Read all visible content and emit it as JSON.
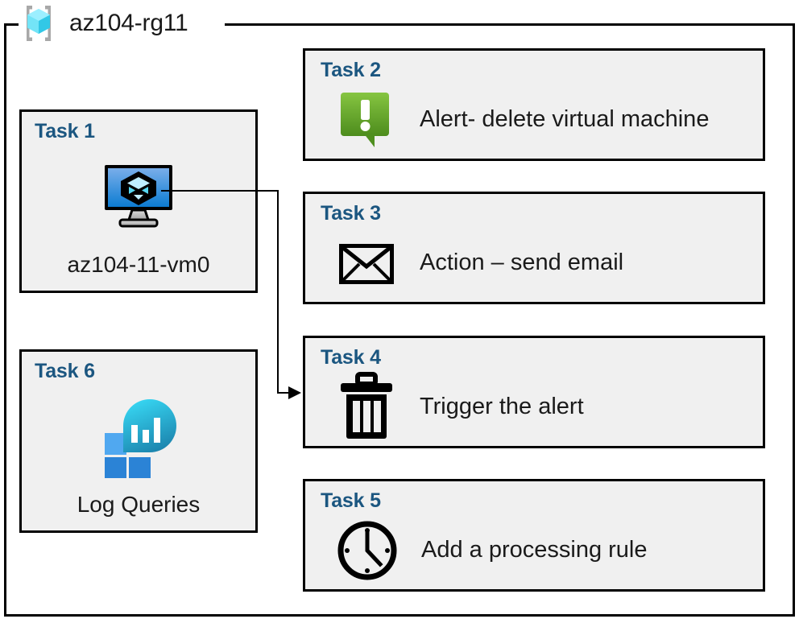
{
  "resource_group": {
    "name": "az104-rg11",
    "icon": "azure-resource-group-icon"
  },
  "tasks": [
    {
      "id": "task-1",
      "label": "Task 1",
      "caption": "az104-11-vm0",
      "icon": "virtual-machine-icon",
      "column": "left"
    },
    {
      "id": "task-2",
      "label": "Task 2",
      "caption": "Alert- delete virtual machine",
      "icon": "alert-exclamation-icon",
      "column": "right"
    },
    {
      "id": "task-3",
      "label": "Task 3",
      "caption": "Action – send email",
      "icon": "envelope-icon",
      "column": "right"
    },
    {
      "id": "task-4",
      "label": "Task 4",
      "caption": "Trigger the alert",
      "icon": "trash-icon",
      "column": "right"
    },
    {
      "id": "task-5",
      "label": "Task 5",
      "caption": "Add a processing rule",
      "icon": "clock-icon",
      "column": "right"
    },
    {
      "id": "task-6",
      "label": "Task 6",
      "caption": "Log Queries",
      "icon": "log-analytics-icon",
      "column": "left"
    }
  ],
  "connector": {
    "from": "task-1",
    "to": "task-4",
    "arrow": "arrowhead-right"
  },
  "colors": {
    "task_label": "#1b5680",
    "box_fill": "#f0f0f0",
    "box_border": "#000000",
    "alert_green_light": "#7dc242",
    "alert_green_dark": "#4f8c1e",
    "vm_blue_light": "#6fa8e8",
    "vm_blue_dark": "#0e7fd4",
    "rg_cube_cyan": "#50e6ff",
    "log_square_light": "#50a8f0",
    "log_square_dark": "#2b83d6",
    "log_drop_top": "#32d4f5",
    "log_drop_bottom": "#1c86b0"
  }
}
